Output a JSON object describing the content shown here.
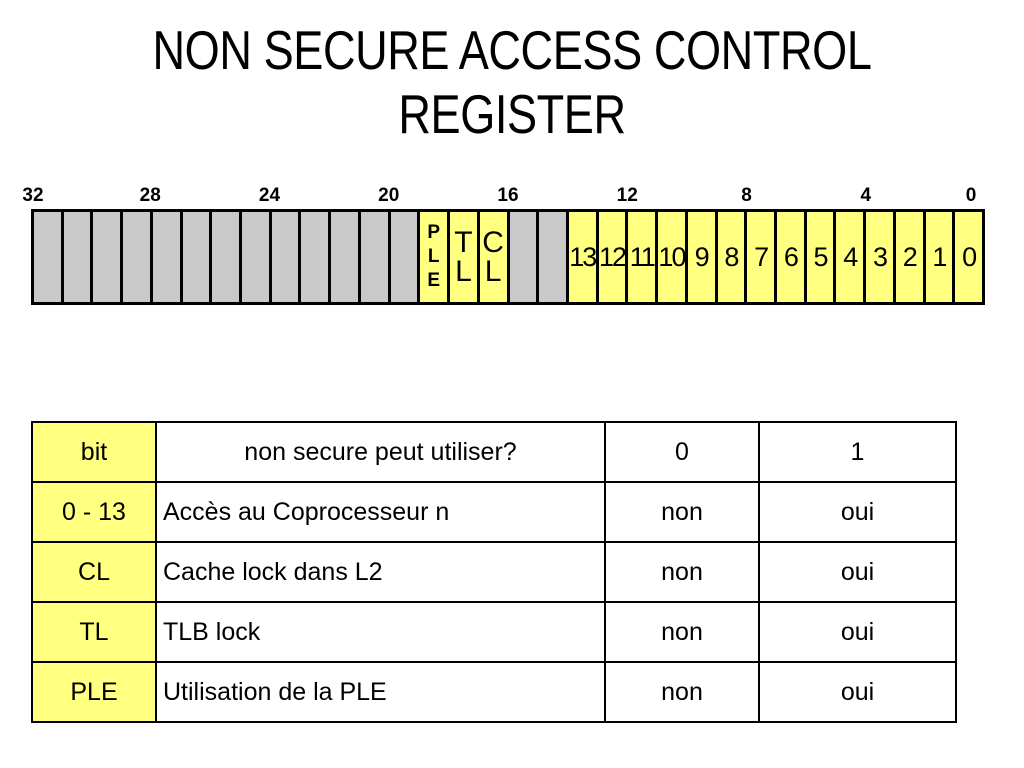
{
  "slide": {
    "title": "NON SECURE ACCESS CONTROL\nREGISTER"
  },
  "colors": {
    "highlight_yellow": "#FFFF80",
    "reserved_gray": "#C9C9C9",
    "border_black": "#000000",
    "background": "#FFFFFF"
  },
  "register_diagram": {
    "bit_width": 32,
    "axis_ticks": [
      {
        "label": "32",
        "bit": 32
      },
      {
        "label": "28",
        "bit": 28
      },
      {
        "label": "24",
        "bit": 24
      },
      {
        "label": "20",
        "bit": 20
      },
      {
        "label": "16",
        "bit": 16
      },
      {
        "label": "12",
        "bit": 12
      },
      {
        "label": "8",
        "bit": 8
      },
      {
        "label": "4",
        "bit": 4
      },
      {
        "label": "0",
        "bit": 0
      }
    ],
    "cells": [
      {
        "bit": 31,
        "label": "",
        "type": "reserved"
      },
      {
        "bit": 30,
        "label": "",
        "type": "reserved"
      },
      {
        "bit": 29,
        "label": "",
        "type": "reserved"
      },
      {
        "bit": 28,
        "label": "",
        "type": "reserved"
      },
      {
        "bit": 27,
        "label": "",
        "type": "reserved"
      },
      {
        "bit": 26,
        "label": "",
        "type": "reserved"
      },
      {
        "bit": 25,
        "label": "",
        "type": "reserved"
      },
      {
        "bit": 24,
        "label": "",
        "type": "reserved"
      },
      {
        "bit": 23,
        "label": "",
        "type": "reserved"
      },
      {
        "bit": 22,
        "label": "",
        "type": "reserved"
      },
      {
        "bit": 21,
        "label": "",
        "type": "reserved"
      },
      {
        "bit": 20,
        "label": "",
        "type": "reserved"
      },
      {
        "bit": 19,
        "label": "",
        "type": "reserved"
      },
      {
        "bit": 18,
        "label": "P\nL\nE",
        "type": "field-small"
      },
      {
        "bit": 17,
        "label": "T\nL",
        "type": "field"
      },
      {
        "bit": 16,
        "label": "C\nL",
        "type": "field"
      },
      {
        "bit": 15,
        "label": "",
        "type": "reserved"
      },
      {
        "bit": 14,
        "label": "",
        "type": "reserved"
      },
      {
        "bit": 13,
        "label": "13",
        "type": "numbered"
      },
      {
        "bit": 12,
        "label": "12",
        "type": "numbered"
      },
      {
        "bit": 11,
        "label": "11",
        "type": "numbered"
      },
      {
        "bit": 10,
        "label": "10",
        "type": "numbered"
      },
      {
        "bit": 9,
        "label": "9",
        "type": "numbered"
      },
      {
        "bit": 8,
        "label": "8",
        "type": "numbered"
      },
      {
        "bit": 7,
        "label": "7",
        "type": "numbered"
      },
      {
        "bit": 6,
        "label": "6",
        "type": "numbered"
      },
      {
        "bit": 5,
        "label": "5",
        "type": "numbered"
      },
      {
        "bit": 4,
        "label": "4",
        "type": "numbered"
      },
      {
        "bit": 3,
        "label": "3",
        "type": "numbered"
      },
      {
        "bit": 2,
        "label": "2",
        "type": "numbered"
      },
      {
        "bit": 1,
        "label": "1",
        "type": "numbered"
      },
      {
        "bit": 0,
        "label": "0",
        "type": "numbered"
      }
    ]
  },
  "table": {
    "headers": {
      "bit": "bit",
      "description": "non secure peut utiliser?",
      "value_zero": "0",
      "value_one": "1"
    },
    "rows": [
      {
        "bit": "0 - 13",
        "description": "Accès au Coprocesseur n",
        "zero": "non",
        "one": "oui"
      },
      {
        "bit": "CL",
        "description": "Cache lock dans L2",
        "zero": "non",
        "one": "oui"
      },
      {
        "bit": "TL",
        "description": "TLB lock",
        "zero": "non",
        "one": "oui"
      },
      {
        "bit": "PLE",
        "description": "Utilisation de la PLE",
        "zero": "non",
        "one": "oui"
      }
    ]
  }
}
